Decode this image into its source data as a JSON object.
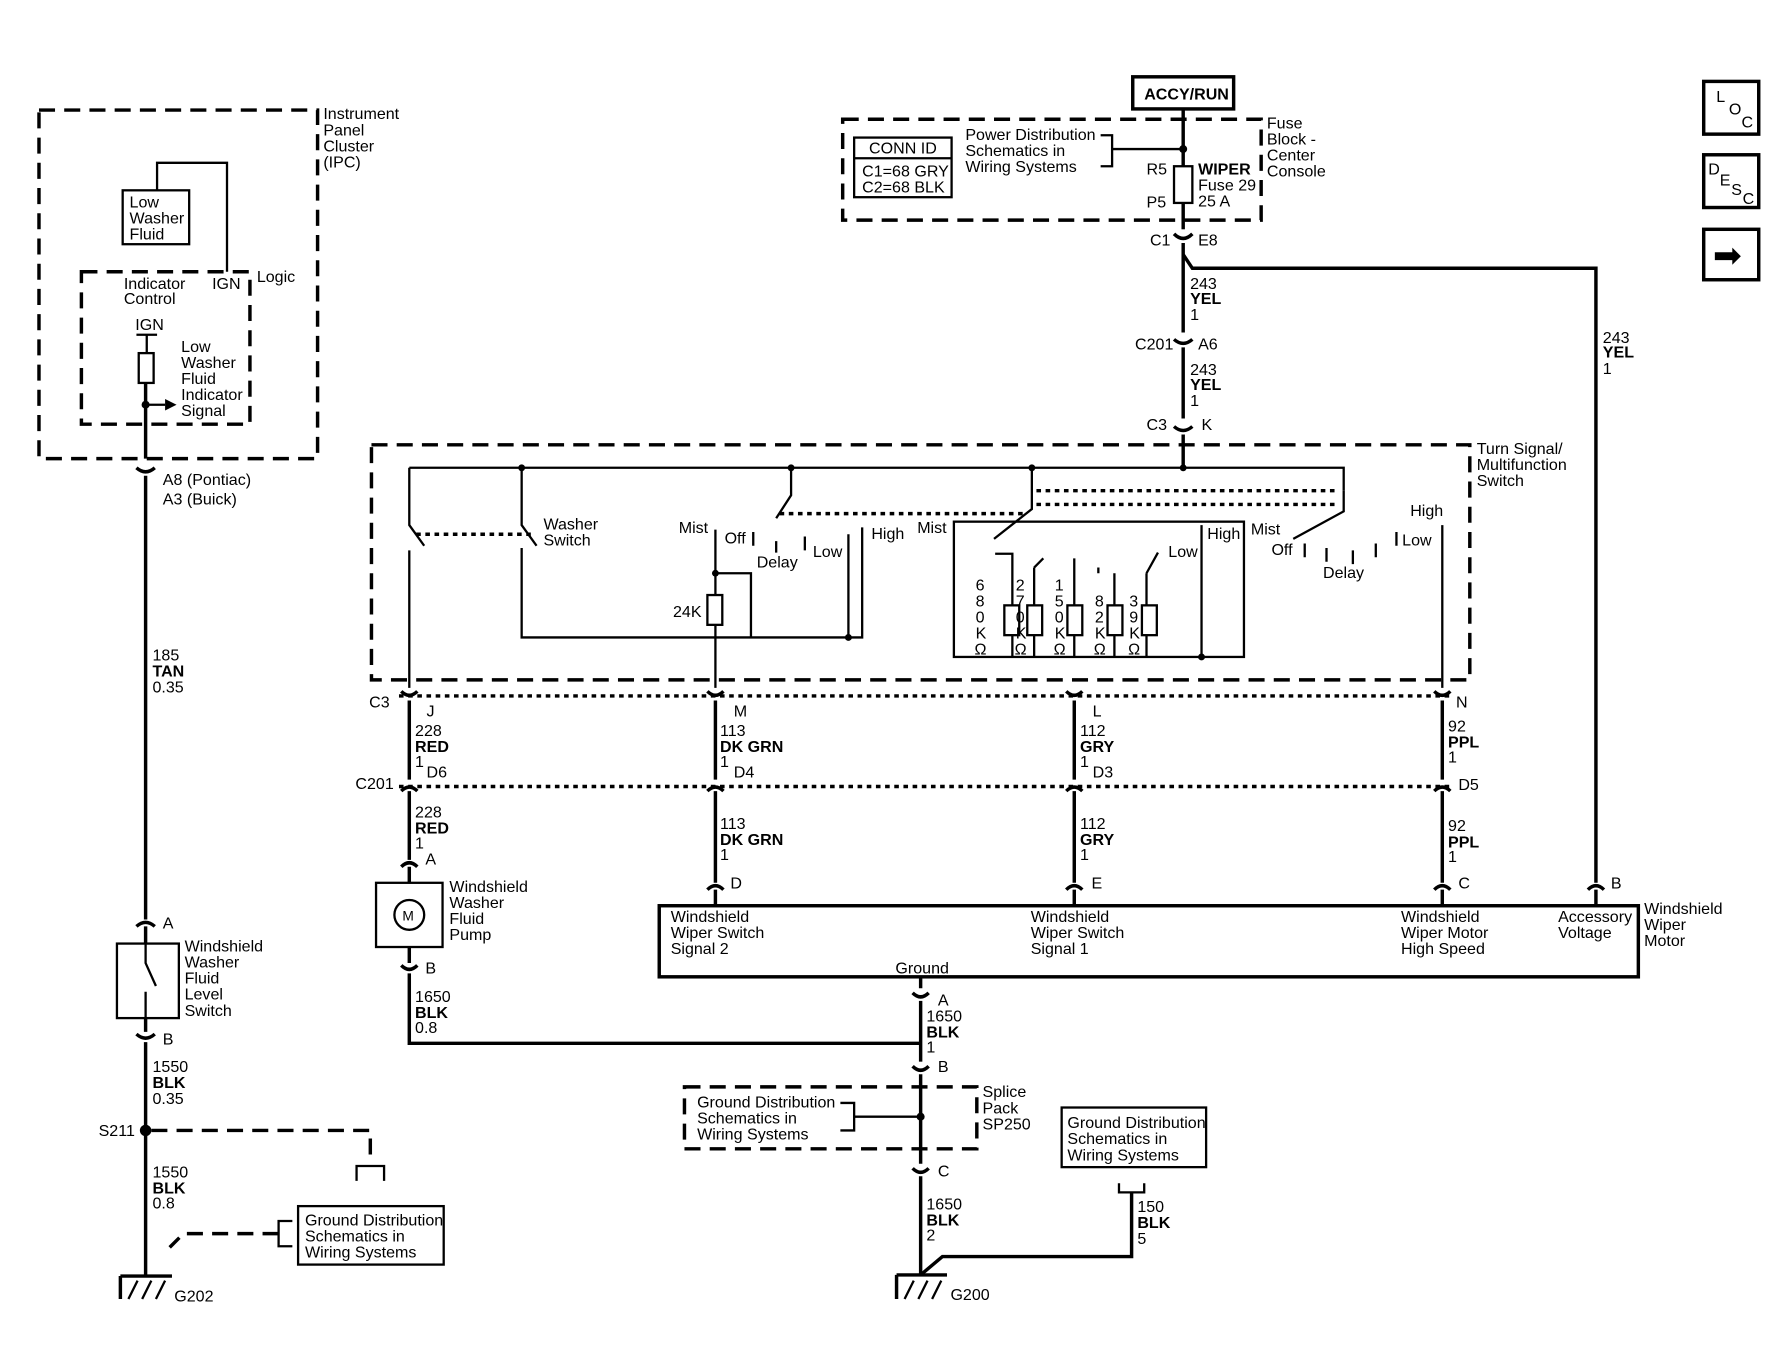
{
  "nav": {
    "loc": [
      "L",
      "O",
      "C"
    ],
    "desc": [
      "D",
      "E",
      "S",
      "C"
    ],
    "next": "➡"
  },
  "power": {
    "source": "ACCY/RUN",
    "fuse_block": [
      "Fuse",
      "Block -",
      "Center",
      "Console"
    ],
    "ref": [
      "Power Distribution",
      "Schematics in",
      "Wiring  Systems"
    ],
    "conn_id_title": "CONN ID",
    "conn_id": [
      "C1=68 GRY",
      "C2=68 BLK"
    ],
    "fuse_pins": [
      "R5",
      "P5"
    ],
    "fuse_label": [
      "WIPER",
      "Fuse 29",
      "25 A"
    ],
    "fuse_conn": [
      "C1",
      "E8"
    ]
  },
  "ipc": {
    "label": [
      "Instrument",
      "Panel",
      "Cluster",
      "(IPC)"
    ],
    "lwf_box": [
      "Low",
      "Washer",
      "Fluid"
    ],
    "indicator": [
      "Indicator",
      "Control"
    ],
    "ign": "IGN",
    "logic": "Logic",
    "ign2": "IGN",
    "signal": [
      "Low",
      "Washer",
      "Fluid",
      "Indicator",
      "Signal"
    ],
    "conn": [
      "A8 (Pontiac)",
      "A3 (Buick)"
    ]
  },
  "wires": {
    "yel_fuse_to_c201": [
      "243",
      "YEL",
      "1"
    ],
    "c201_a6": [
      "C201",
      "A6"
    ],
    "yel_c201_to_c3": [
      "243",
      "YEL",
      "1"
    ],
    "c3_k": [
      "C3",
      "K"
    ],
    "yel_accessory": [
      "243",
      "YEL",
      "1"
    ],
    "tan": [
      "185",
      "TAN",
      "0.35"
    ],
    "red_upper": [
      "228",
      "RED",
      "1"
    ],
    "red_lower": [
      "228",
      "RED",
      "1"
    ],
    "dkgrn_upper": [
      "113",
      "DK GRN",
      "1"
    ],
    "dkgrn_lower": [
      "113",
      "DK GRN",
      "1"
    ],
    "gry_upper": [
      "112",
      "GRY",
      "1"
    ],
    "gry_lower": [
      "112",
      "GRY",
      "1"
    ],
    "ppl_upper": [
      "92",
      "PPL",
      "1"
    ],
    "ppl_lower": [
      "92",
      "PPL",
      "1"
    ],
    "blk_pump": [
      "1650",
      "BLK",
      "0.8"
    ],
    "blk_motor_ground": [
      "1650",
      "BLK",
      "1"
    ],
    "blk_level_b": [
      "1550",
      "BLK",
      "0.35"
    ],
    "blk_s211": [
      "1550",
      "BLK",
      "0.8"
    ],
    "blk_splice_c": [
      "1650",
      "BLK",
      "2"
    ],
    "blk_150": [
      "150",
      "BLK",
      "5"
    ]
  },
  "mfs": {
    "label": [
      "Turn Signal/",
      "Multifunction",
      "Switch"
    ],
    "washer_switch": [
      "Washer",
      "Switch"
    ],
    "mist1": "Mist",
    "off1": "Off",
    "delay1": "Delay",
    "low1": "Low",
    "high1": "High",
    "r24k": "24K",
    "mist2": "Mist",
    "low2": "Low",
    "high2": "High",
    "mist3": "Mist",
    "off3": "Off",
    "delay3": "Delay",
    "low3": "Low",
    "high3": "High",
    "resistors": [
      [
        "6",
        "8",
        "0",
        "K",
        "Ω"
      ],
      [
        "2",
        "7",
        "0",
        "K",
        "Ω"
      ],
      [
        "1",
        "5",
        "0",
        "K",
        "Ω"
      ],
      [
        "8",
        "2",
        "K",
        "Ω"
      ],
      [
        "3",
        "9",
        "K",
        "Ω"
      ]
    ]
  },
  "connectors": {
    "c3": "C3",
    "c3_pins": [
      "J",
      "M",
      "L",
      "N"
    ],
    "c201": "C201",
    "c201_pins": [
      "D6",
      "D4",
      "D3",
      "D5"
    ],
    "pump_pins": [
      "A",
      "B"
    ],
    "motor_pins": [
      "D",
      "E",
      "C",
      "B"
    ],
    "motor_ground_pin": "A",
    "splice_pins": [
      "B",
      "C"
    ],
    "level_pins": [
      "A",
      "B"
    ]
  },
  "pump": {
    "label": [
      "Windshield",
      "Washer",
      "Fluid",
      "Pump"
    ],
    "symbol": "M"
  },
  "motor": {
    "label": [
      "Windshield",
      "Wiper",
      "Motor"
    ],
    "t_sig2": [
      "Windshield",
      "Wiper Switch",
      "Signal 2"
    ],
    "t_sig1": [
      "Windshield",
      "Wiper Switch",
      "Signal 1"
    ],
    "t_high": [
      "Windshield",
      "Wiper Motor",
      "High Speed"
    ],
    "t_acc": [
      "Accessory",
      "Voltage"
    ],
    "ground": "Ground"
  },
  "level_switch": {
    "label": [
      "Windshield",
      "Washer",
      "Fluid",
      "Level",
      "Switch"
    ]
  },
  "grounds": {
    "s211": "S211",
    "g202": "G202",
    "g200": "G200",
    "splice_pack": [
      "Splice",
      "Pack",
      "SP250"
    ],
    "ref_left": [
      "Ground Distribution",
      "Schematics in",
      "Wiring Systems"
    ],
    "ref_mid": [
      "Ground Distribution",
      "Schematics in",
      "Wiring Systems"
    ],
    "ref_right": [
      "Ground Distribution",
      "Schematics in",
      "Wiring Systems"
    ]
  }
}
